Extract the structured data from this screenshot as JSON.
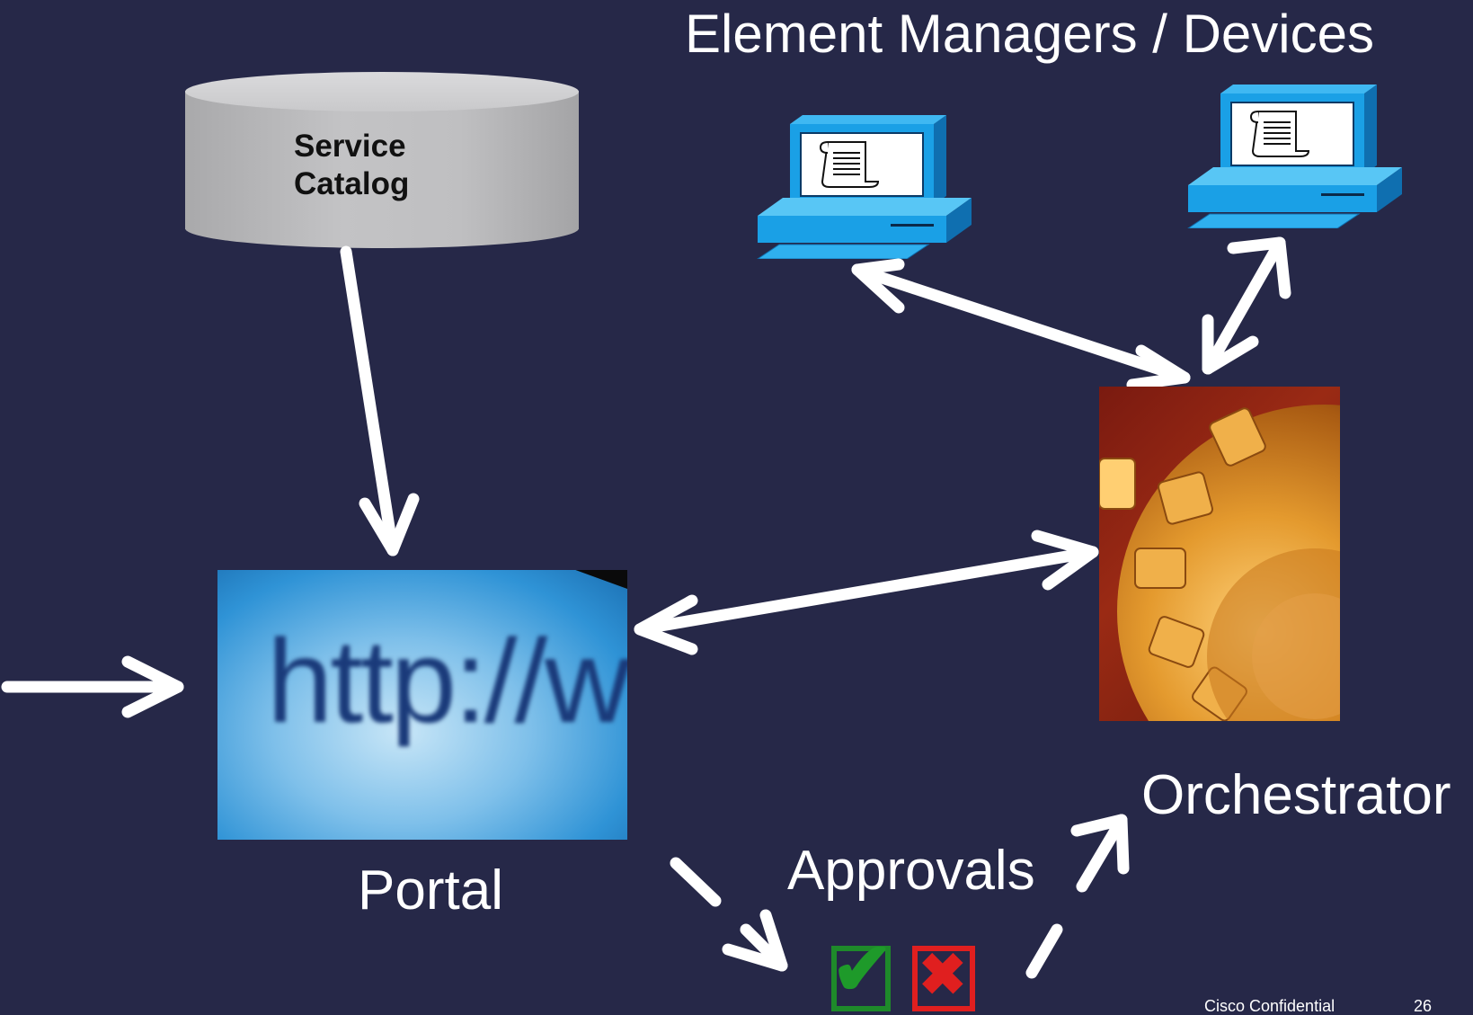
{
  "title": "Element Managers / Devices",
  "service_catalog": {
    "line1": "Service",
    "line2": "Catalog"
  },
  "portal": {
    "label": "Portal",
    "url_text": "http://www"
  },
  "approvals": {
    "label": "Approvals",
    "approve_symbol": "✔",
    "reject_symbol": "✖"
  },
  "orchestrator": {
    "label": "Orchestrator"
  },
  "footer": {
    "confidential": "Cisco Confidential",
    "page": "26"
  },
  "colors": {
    "background": "#262848",
    "monitor_blue": "#1aa0e6",
    "approve_green": "#1e9a2a",
    "reject_red": "#e01f1f"
  },
  "icons": [
    "database-cylinder",
    "computer-terminal-icon",
    "gear-image",
    "check-icon",
    "x-icon"
  ]
}
